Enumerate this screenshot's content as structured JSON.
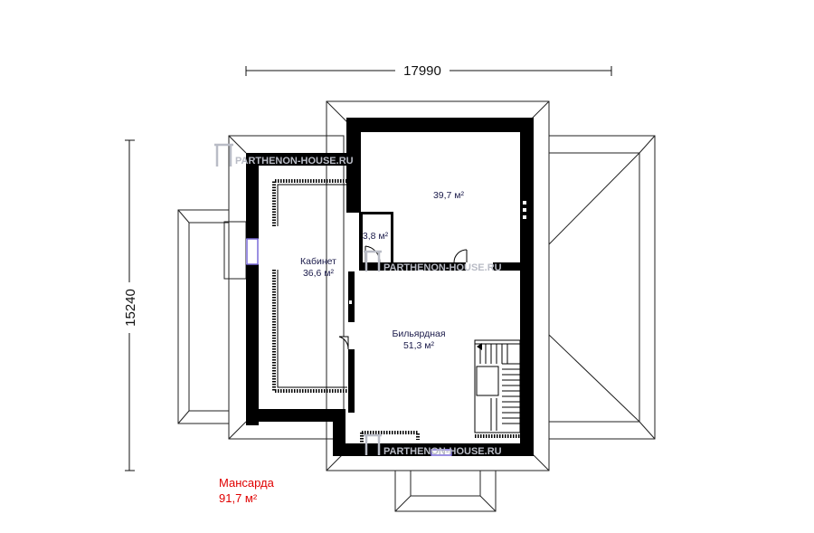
{
  "dimensions": {
    "width": "17990",
    "height": "15240"
  },
  "rooms": {
    "cabinet": {
      "name": "Кабинет",
      "area": "36,6 м²"
    },
    "room_top": {
      "area": "39,7 м²"
    },
    "small_room": {
      "area": "3,8 м²"
    },
    "billiard": {
      "name": "Бильярдная",
      "area": "51,3 м²"
    }
  },
  "watermark": "PARTHENON-HOUSE.RU",
  "floor": {
    "name": "Мансарда",
    "area": "91,7 м²"
  },
  "colors": {
    "walls": "#000000",
    "roof_lines": "#222222",
    "floor_title": "#e00000",
    "room_text": "#1a1a4a",
    "window_mark": "#7a6ad8",
    "watermark": "#b9bcc6"
  }
}
